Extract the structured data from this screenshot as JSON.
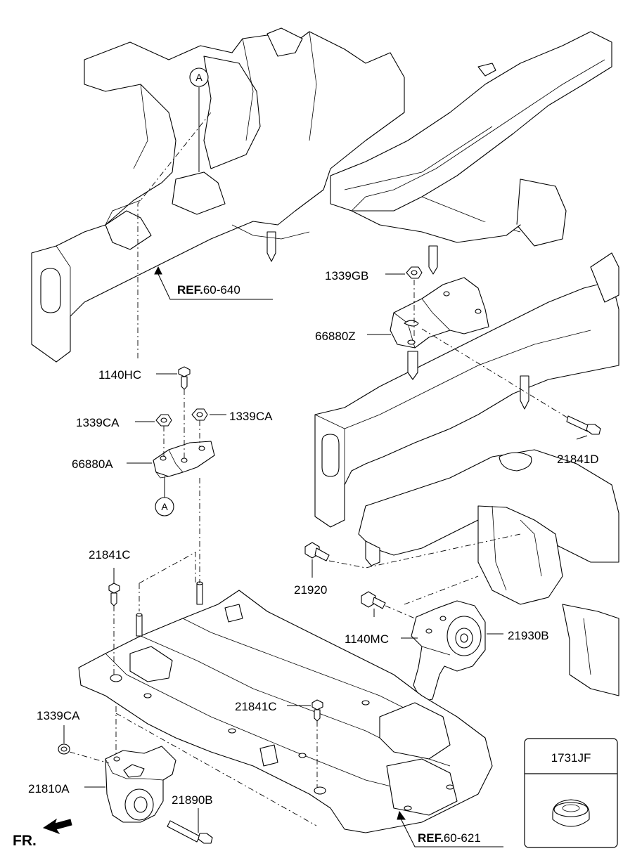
{
  "labels": {
    "p1339GB": "1339GB",
    "p66880Z": "66880Z",
    "p1140HC": "1140HC",
    "p1339CA_left": "1339CA",
    "p1339CA_right": "1339CA",
    "p66880A": "66880A",
    "p21841D": "21841D",
    "p21841C_top": "21841C",
    "p21920": "21920",
    "p1140MC": "1140MC",
    "p21930B": "21930B",
    "p21841C_mid": "21841C",
    "p1339CA_bottom": "1339CA",
    "p21810A": "21810A",
    "p21890B": "21890B",
    "p1731JF": "1731JF"
  },
  "refs": {
    "ref_top_prefix": "REF.",
    "ref_top_code": "60-640",
    "ref_bottom_prefix": "REF.",
    "ref_bottom_code": "60-621"
  },
  "markers": {
    "circle_a_top": "A",
    "circle_a_mid": "A"
  },
  "front": {
    "label": "FR."
  }
}
